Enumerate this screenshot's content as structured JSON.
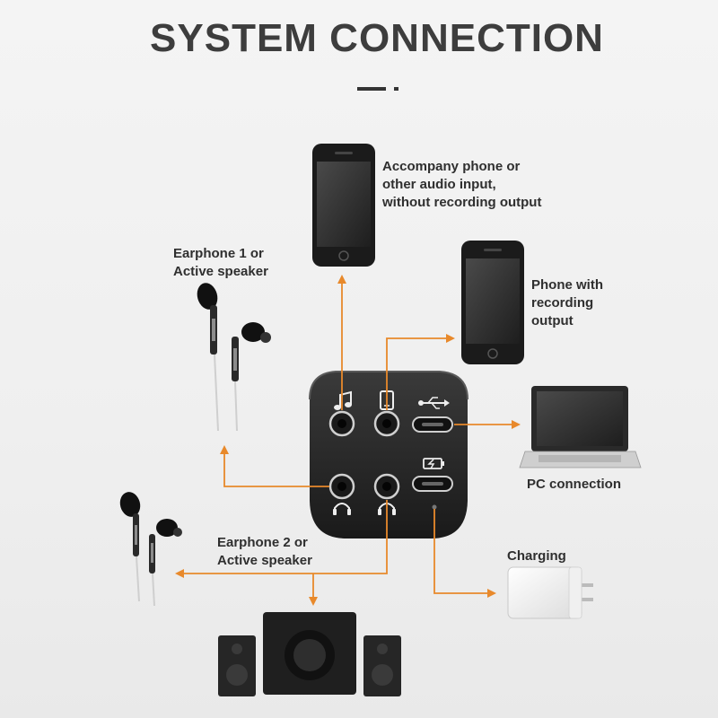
{
  "title": "SYSTEM CONNECTION",
  "colors": {
    "arrow": "#e8892b",
    "title": "#3d3d3d",
    "device": "#222222",
    "background": "#f1f1f1"
  },
  "labels": {
    "accompany_phone": "Accompany phone or\nother audio input,\nwithout recording output",
    "earphone_1": "Earphone 1 or\nActive speaker",
    "phone_recording": "Phone with\nrecording\noutput",
    "pc_connection": "PC connection",
    "earphone_2": "Earphone 2 or\nActive speaker",
    "charging": "Charging"
  },
  "ports": {
    "top_left": "music-note-icon",
    "top_center": "phone-icon",
    "top_right": "usb-icon",
    "bottom_left": "headphone-icon",
    "bottom_center": "headphone-icon",
    "bottom_right": "battery-charging-icon"
  }
}
